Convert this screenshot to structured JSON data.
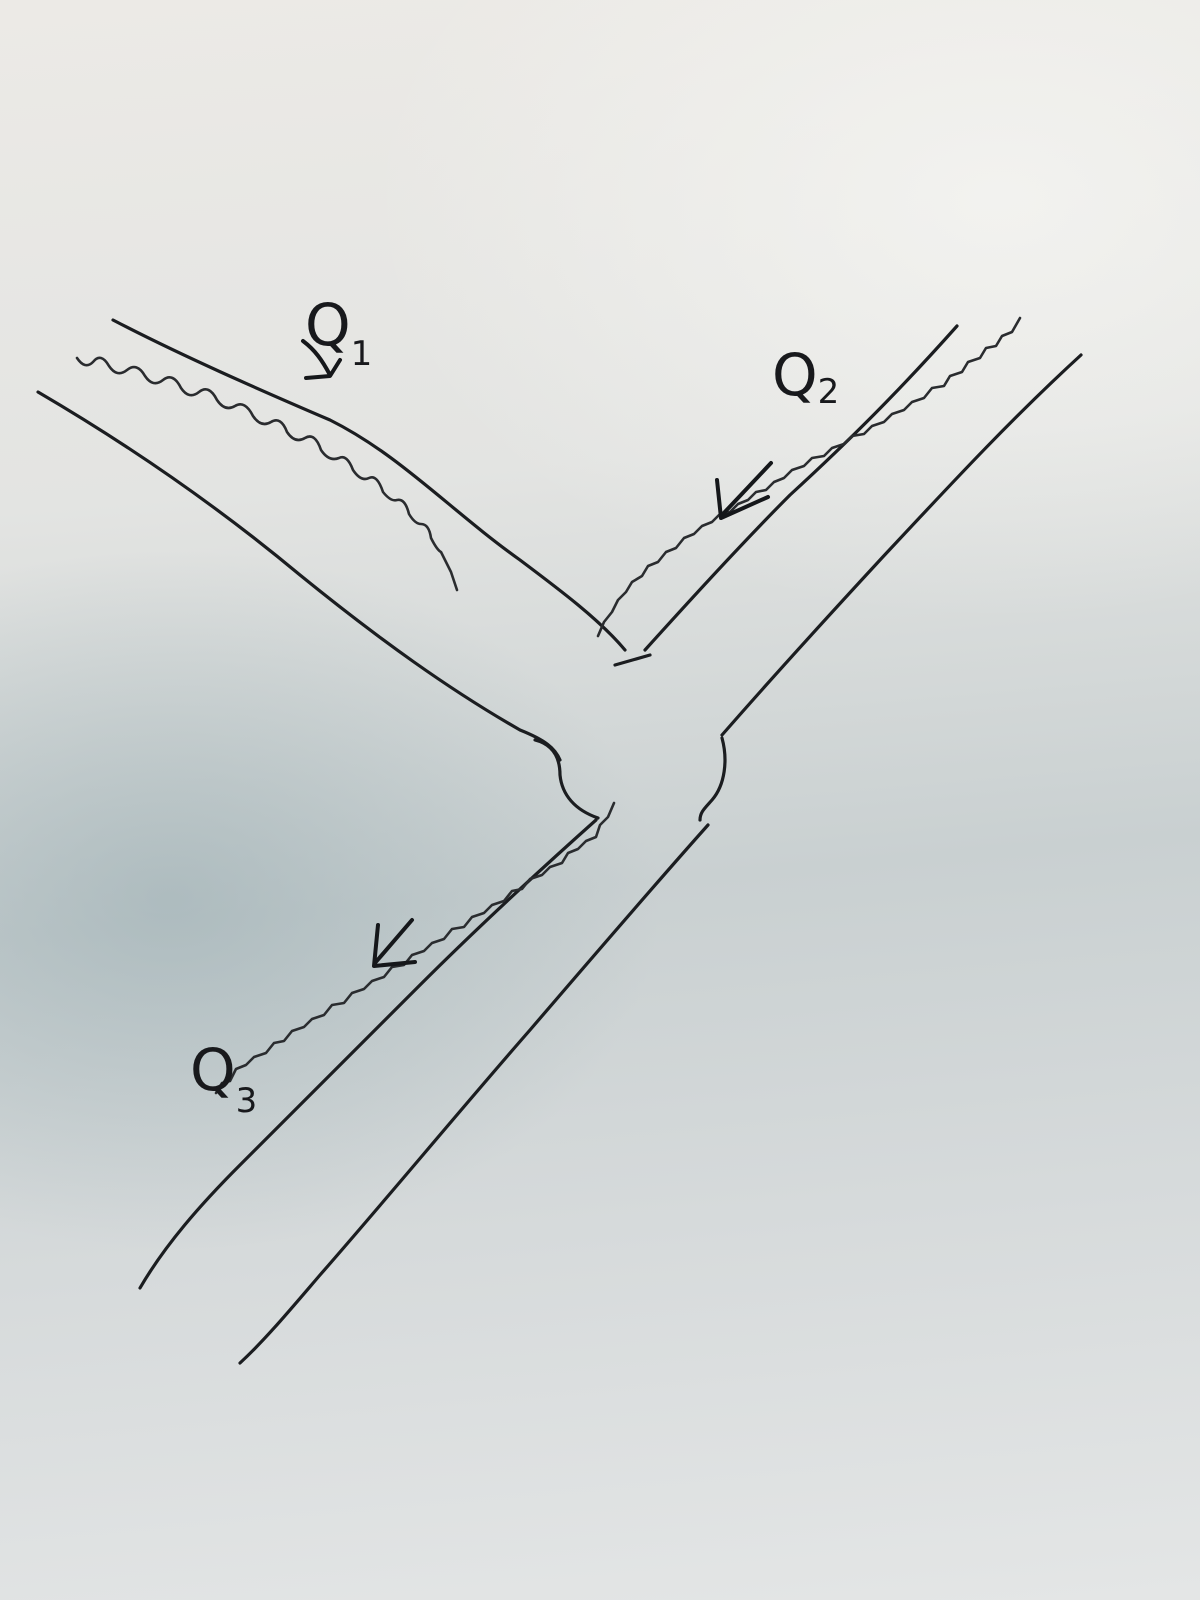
{
  "labels": {
    "q1": {
      "letter": "Q",
      "sub": "1"
    },
    "q2": {
      "letter": "Q",
      "sub": "2"
    },
    "q3": {
      "letter": "Q",
      "sub": "3"
    }
  },
  "arrows": [
    {
      "branch": "Q1",
      "icon": "flow-arrow-icon"
    },
    {
      "branch": "Q2",
      "icon": "flow-arrow-icon"
    },
    {
      "branch": "Q3",
      "icon": "flow-arrow-icon"
    }
  ]
}
